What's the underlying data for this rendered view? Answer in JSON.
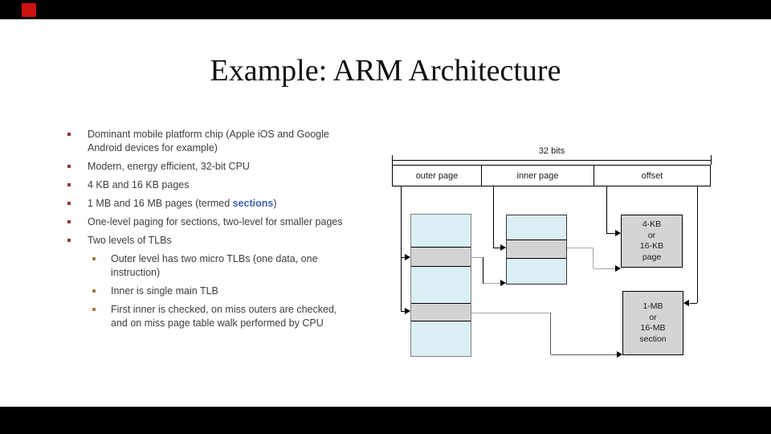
{
  "frame": {
    "letterbox_color": "#000000",
    "accent_color": "#cc1111"
  },
  "slide": {
    "title": "Example: ARM Architecture"
  },
  "bullets": [
    {
      "level": 1,
      "lines": [
        "Dominant mobile platform chip (Apple iOS and Google",
        "Android devices for example)"
      ]
    },
    {
      "level": 1,
      "text": "Modern, energy efficient, 32-bit CPU"
    },
    {
      "level": 1,
      "text": "4 KB and 16 KB pages"
    },
    {
      "level": 1,
      "pre": "1 MB and 16 MB pages (termed ",
      "em": "sections",
      "post": ")"
    },
    {
      "level": 1,
      "text": "One-level paging for sections, two-level for smaller pages"
    },
    {
      "level": 1,
      "text": "Two levels of TLBs"
    },
    {
      "level": 2,
      "lines": [
        "Outer level has two micro TLBs (one data, one",
        "instruction)"
      ]
    },
    {
      "level": 2,
      "text": "Inner is single main TLB"
    },
    {
      "level": 2,
      "lines": [
        "First inner is checked, on miss outers are checked,",
        "and on miss page table walk performed by CPU"
      ]
    }
  ],
  "diagram": {
    "bits_label": "32 bits",
    "address_fields": [
      "outer page",
      "inner page",
      "offset"
    ],
    "page_box_lines": [
      "4-KB",
      "or",
      "16-KB",
      "page"
    ],
    "section_box_lines": [
      "1-MB",
      "or",
      "16-MB",
      "section"
    ],
    "colors": {
      "table_fill": "#daeef3",
      "highlight_row_fill": "#d3d3d3",
      "target_box_fill": "#d4d4d4",
      "emphasis_text": "#3c62ad",
      "bullet_marker_l1": "#953735",
      "bullet_marker_l2": "#a87a42"
    }
  }
}
